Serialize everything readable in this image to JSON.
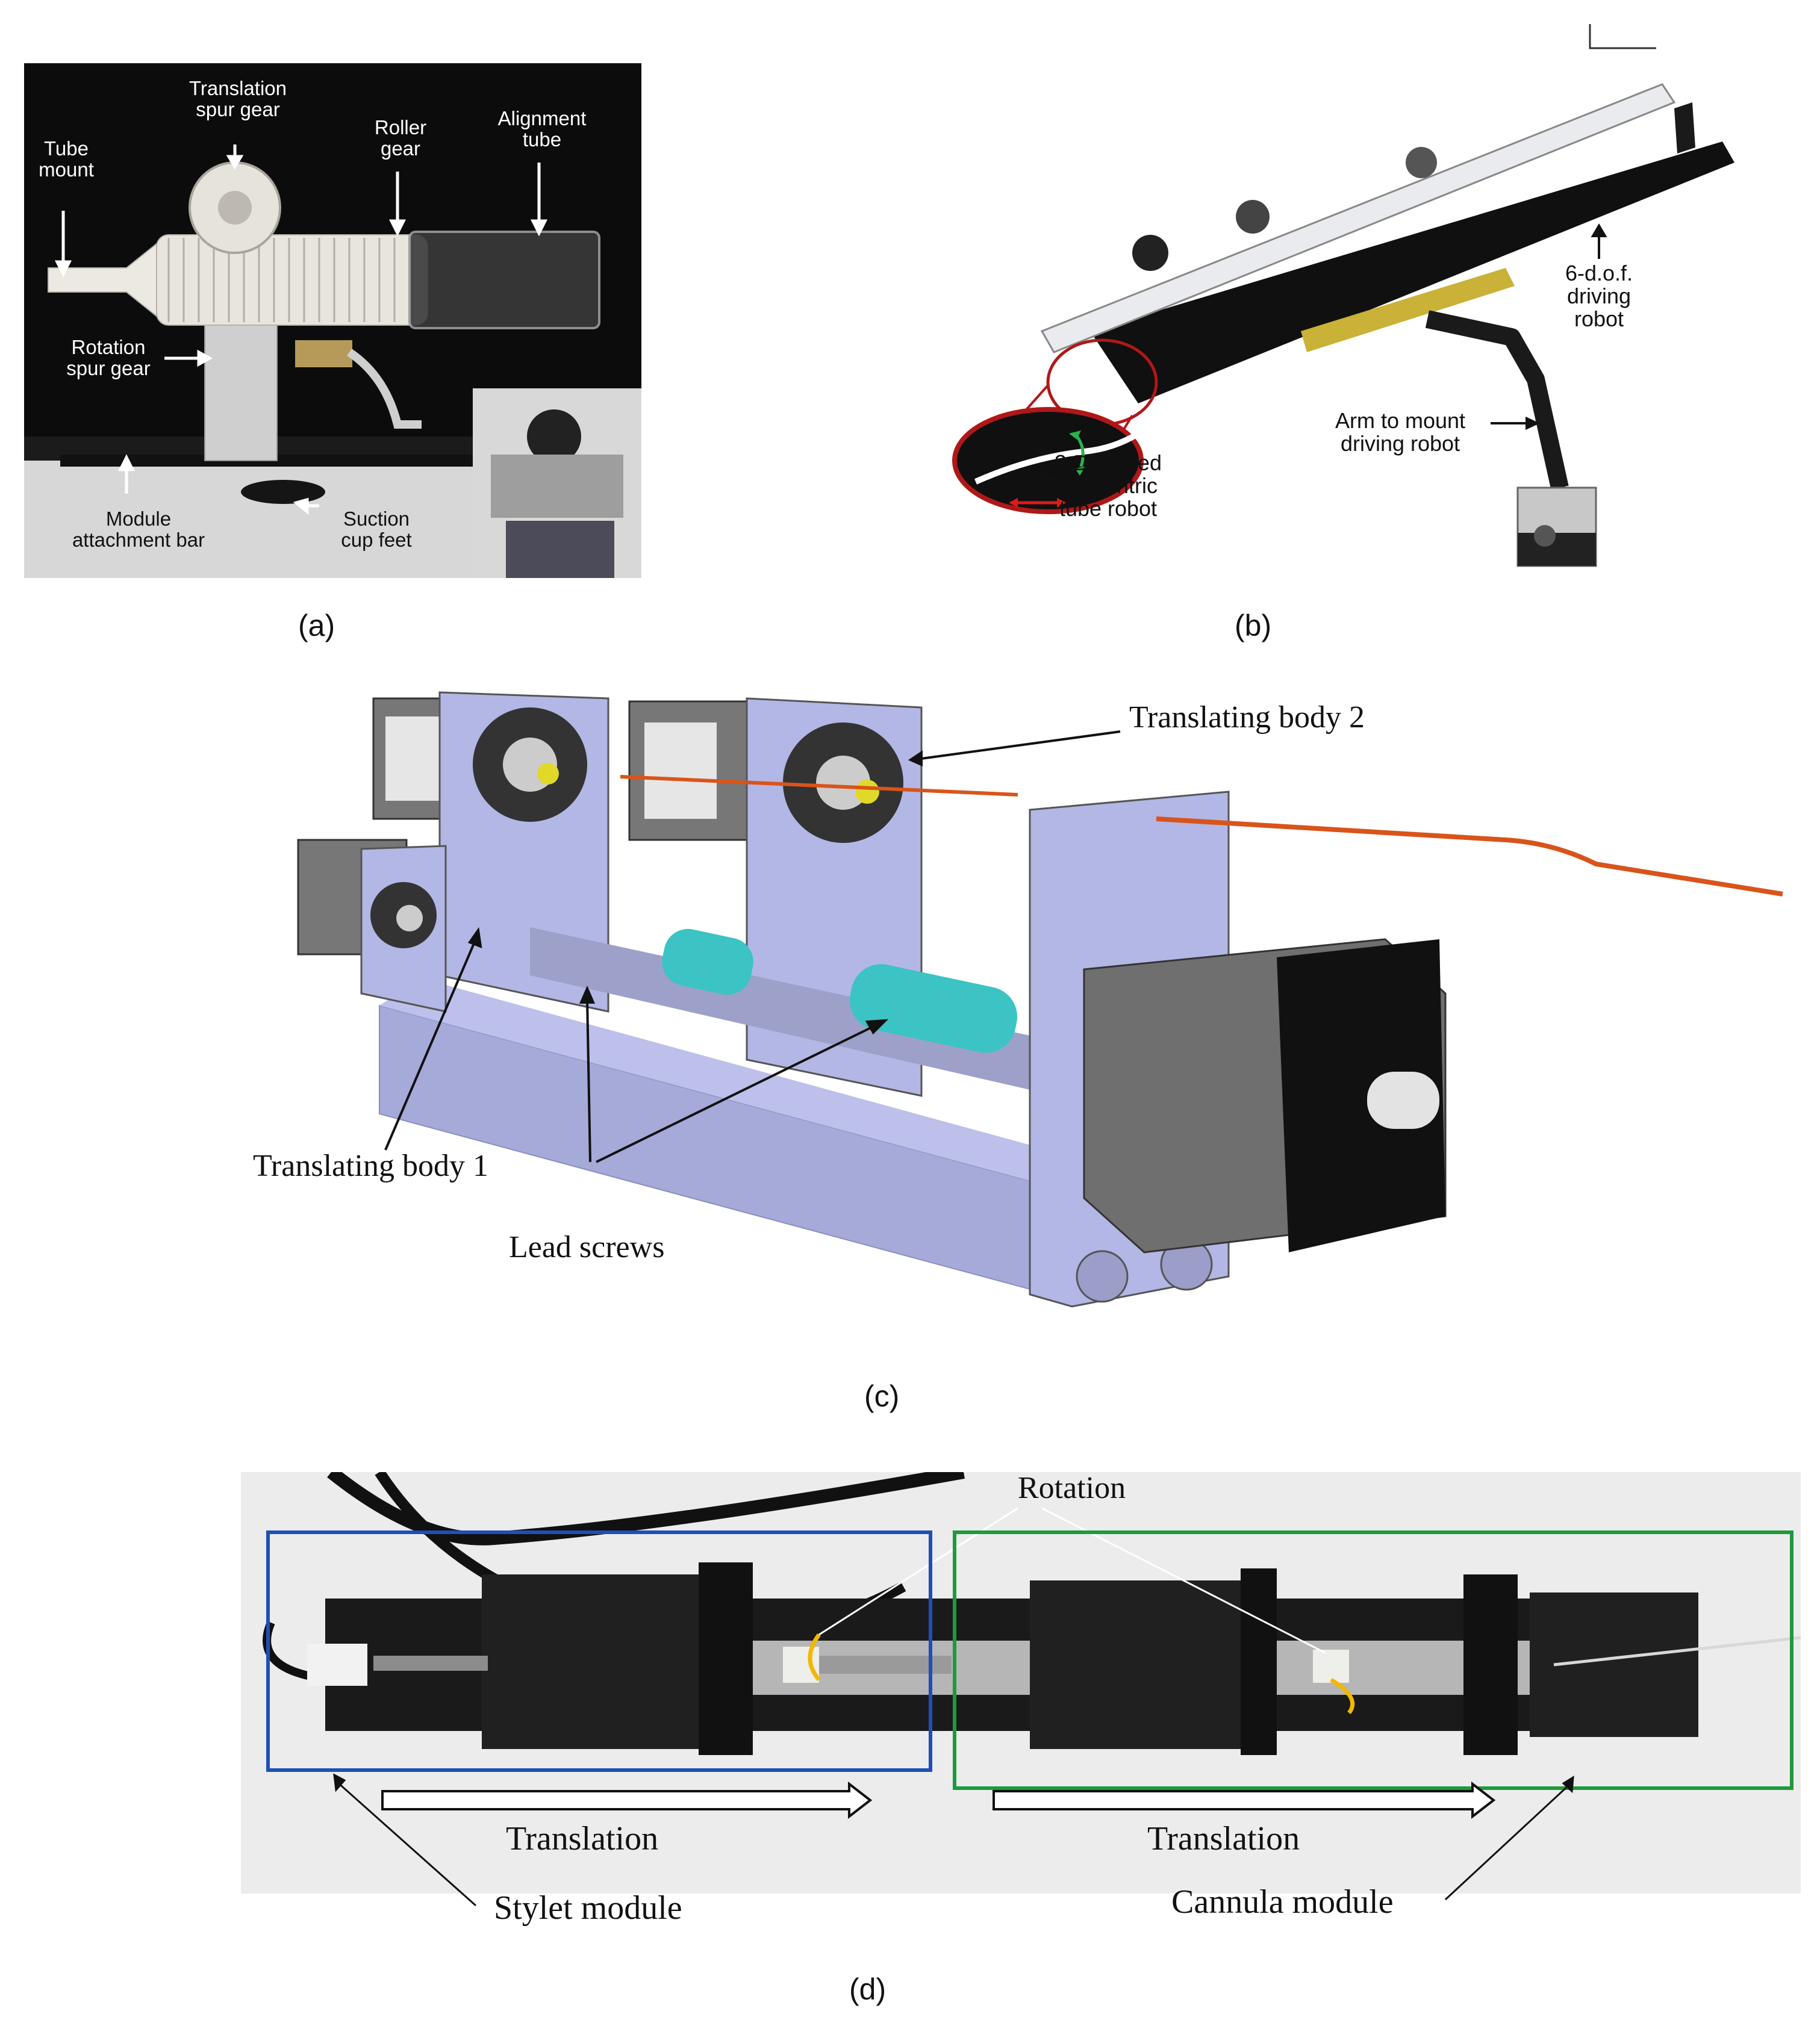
{
  "panel_a": {
    "caption": "(a)",
    "labels": {
      "translation_spur_gear": "Translation\nspur gear",
      "roller_gear": "Roller\ngear",
      "alignment_tube": "Alignment\ntube",
      "tube_mount": "Tube\nmount",
      "rotation_spur_gear": "Rotation\nspur gear",
      "module_attachment_bar": "Module\nattachment bar",
      "suction_cup_feet": "Suction\ncup feet"
    }
  },
  "panel_b": {
    "caption": "(b)",
    "labels": {
      "driving_robot": "6-d.o.f.\ndriving\nrobot",
      "arm_to_mount": "Arm to mount\ndriving robot",
      "concentric_tube_robot": "3-D printed\nconcentric\ntube robot"
    }
  },
  "panel_c": {
    "caption": "(c)",
    "labels": {
      "translating_body_2": "Translating body 2",
      "translating_body_1": "Translating body 1",
      "lead_screws": "Lead screws"
    }
  },
  "panel_d": {
    "caption": "(d)",
    "labels": {
      "rotation": "Rotation",
      "translation_left": "Translation",
      "translation_right": "Translation",
      "stylet_module": "Stylet module",
      "cannula_module": "Cannula module"
    }
  },
  "colors": {
    "panel_a_bg": "#0c0c0c",
    "stylet_box": "#1e4fb8",
    "cannula_box": "#1f9a3a",
    "cad_body": "#aaaedd",
    "lead_screw": "#3cc3c3",
    "tube": "#d9541a"
  }
}
